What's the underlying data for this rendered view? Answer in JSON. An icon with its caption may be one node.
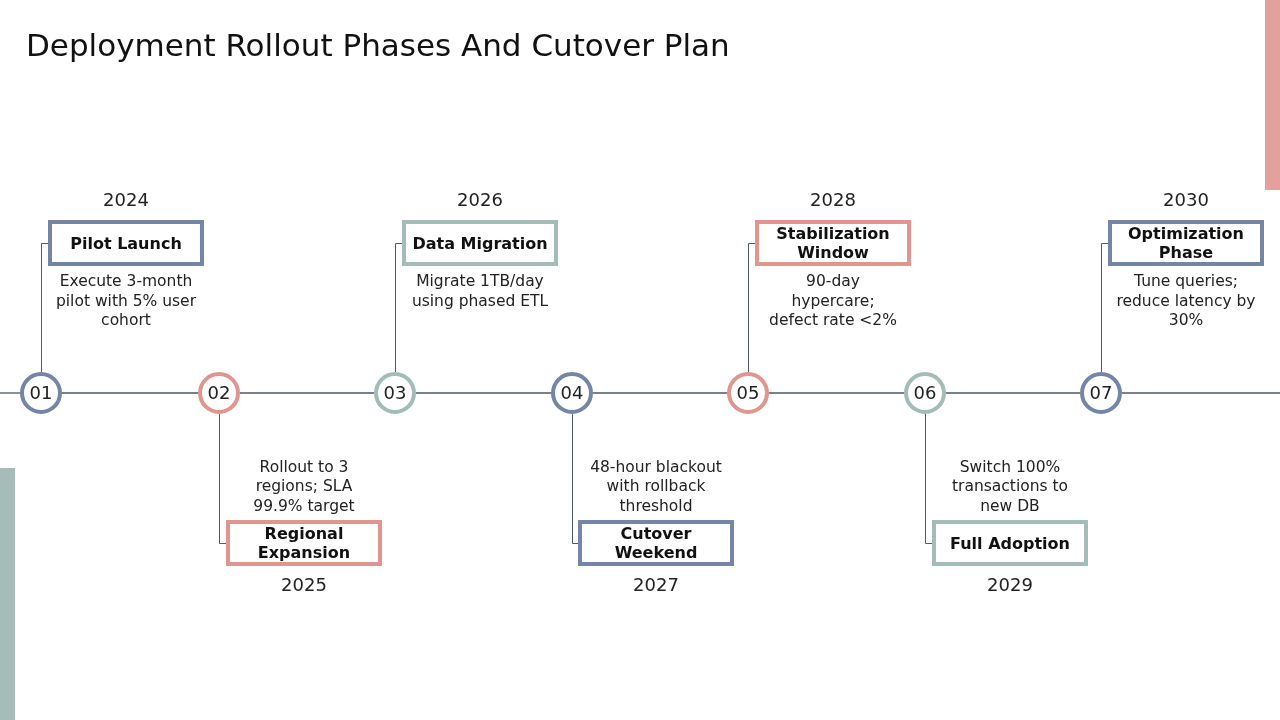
{
  "diagram": {
    "title": "Deployment Rollout Phases And Cutover Plan",
    "nodes": [
      {
        "text": [
          "01"
        ]
      },
      {
        "text": [
          "02"
        ]
      },
      {
        "text": [
          "03"
        ]
      },
      {
        "text": [
          "04"
        ]
      },
      {
        "text": [
          "05"
        ]
      },
      {
        "text": [
          "06"
        ]
      },
      {
        "text": [
          "07"
        ]
      },
      {
        "text": [
          "Pilot Launch"
        ],
        "beside": [
          "2024",
          "Execute 3-month pilot with 5% user cohort"
        ]
      },
      {
        "text": [
          "Regional Expansion"
        ],
        "beside": [
          "2025",
          "Rollout to 3 regions; SLA 99.9% target"
        ]
      },
      {
        "text": [
          "Data Migration"
        ],
        "beside": [
          "2026",
          "Migrate 1TB/day using phased ETL"
        ]
      },
      {
        "text": [
          "Cutover Weekend"
        ],
        "beside": [
          "2027",
          "48-hour blackout with rollback threshold"
        ]
      },
      {
        "text": [
          "Stabilization Window"
        ],
        "beside": [
          "2028",
          "90-day hypercare; defect rate <2%"
        ]
      },
      {
        "text": [
          "Full Adoption"
        ],
        "beside": [
          "2029",
          "Switch 100% transactions to new DB"
        ]
      },
      {
        "text": [
          "Optimization Phase"
        ],
        "beside": [
          "2030",
          "Tune queries; reduce latency by 30%"
        ]
      }
    ],
    "edges": [
      {
        "from": null,
        "to": 0,
        "arrow": "none"
      },
      {
        "from": 0,
        "to": 1,
        "arrow": "none"
      },
      {
        "from": 1,
        "to": 2,
        "arrow": "none"
      },
      {
        "from": 2,
        "to": 3,
        "arrow": "none"
      },
      {
        "from": 3,
        "to": 4,
        "arrow": "none"
      },
      {
        "from": 4,
        "to": 5,
        "arrow": "none"
      },
      {
        "from": 5,
        "to": 6,
        "arrow": "none"
      },
      {
        "from": 6,
        "to": null,
        "arrow": "none"
      },
      {
        "from": 0,
        "to": 7,
        "arrow": "none"
      },
      {
        "from": 1,
        "to": 8,
        "arrow": "none"
      },
      {
        "from": 2,
        "to": 9,
        "arrow": "none"
      },
      {
        "from": 3,
        "to": 10,
        "arrow": "none"
      },
      {
        "from": 4,
        "to": 11,
        "arrow": "none"
      },
      {
        "from": 5,
        "to": 12,
        "arrow": "none"
      },
      {
        "from": 6,
        "to": 13,
        "arrow": "none"
      }
    ]
  }
}
